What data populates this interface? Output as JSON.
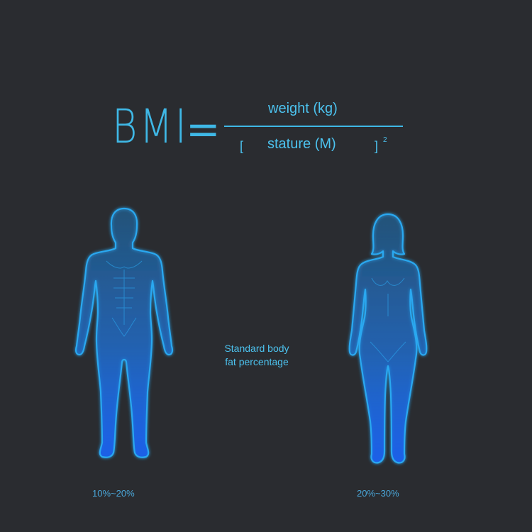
{
  "formula": {
    "lhs": "BMI",
    "equals": "=",
    "numerator": "weight (kg)",
    "bracket_open": "[",
    "denominator": "stature (M)",
    "bracket_close": "]",
    "exponent": "2"
  },
  "caption": {
    "line1": "Standard body",
    "line2": "fat percentage"
  },
  "male": {
    "range": "10%~20%"
  },
  "female": {
    "range": "20%~30%"
  },
  "colors": {
    "background": "#2a2c30",
    "accent": "#3fb8e6",
    "figure_glow": "#1e9ae6",
    "figure_fill_bottom": "#1a5fd8"
  }
}
